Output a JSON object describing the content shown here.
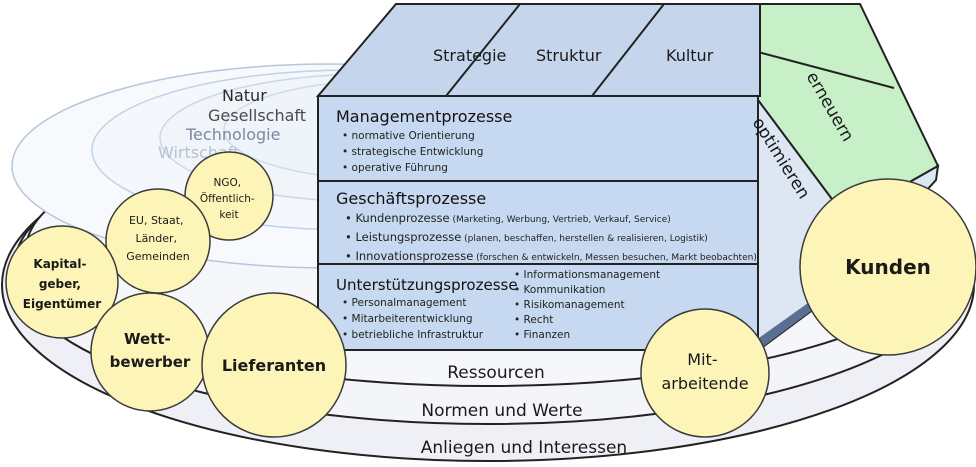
{
  "environment": {
    "spheres": [
      "Natur",
      "Gesellschaft",
      "Technologie",
      "Wirtschaft"
    ]
  },
  "rings": {
    "resources": "Ressourcen",
    "norms": "Normen und Werte",
    "concerns": "Anliegen und Interessen"
  },
  "order_forces": {
    "strategy": "Strategie",
    "structure": "Struktur",
    "culture": "Kultur"
  },
  "development_modes": {
    "renew": "erneuern",
    "optimize": "optimieren"
  },
  "processes": {
    "management": {
      "title": "Managementprozesse",
      "items": [
        "• normative Orientierung",
        "• strategische Entwicklung",
        "• operative Führung"
      ]
    },
    "business": {
      "title": "Geschäftsprozesse",
      "items": [
        {
          "main": "• Kundenprozesse",
          "detail": " (Marketing, Werbung, Vertrieb, Verkauf, Service)"
        },
        {
          "main": "• Leistungsprozesse",
          "detail": " (planen, beschaffen, herstellen & realisieren, Logistik)"
        },
        {
          "main": "• Innovationsprozesse",
          "detail": " (forschen & entwickeln, Messen besuchen, Markt beobachten)"
        }
      ]
    },
    "support": {
      "title": "Unterstützungsprozesse",
      "items_left": [
        "• Personalmanagement",
        "• Mitarbeiterentwicklung",
        "• betriebliche Infrastruktur"
      ],
      "items_right": [
        "• Informationsmanagement",
        "• Kommunikation",
        "• Risikomanagement",
        "• Recht",
        "• Finanzen"
      ]
    }
  },
  "stakeholders": {
    "ngo": [
      "NGO,",
      "Öffentlich-",
      "keit"
    ],
    "state": [
      "EU, Staat,",
      "Länder,",
      "Gemeinden"
    ],
    "capital": [
      "Kapital-",
      "geber,",
      "Eigentümer"
    ],
    "competitors": [
      "Wett-",
      "bewerber"
    ],
    "suppliers": [
      "Lieferanten"
    ],
    "employees": [
      "Mit-",
      "arbeitende"
    ],
    "customers": [
      "Kunden"
    ]
  },
  "colors": {
    "circle_fill": "#fdf5b8",
    "circle_stroke": "#3a3a3a",
    "cube_front": "#c6d9f0",
    "cube_top": "#c5d6ec",
    "cube_green": "#c8f0c8",
    "ring_fill": "#f0f2f7"
  }
}
